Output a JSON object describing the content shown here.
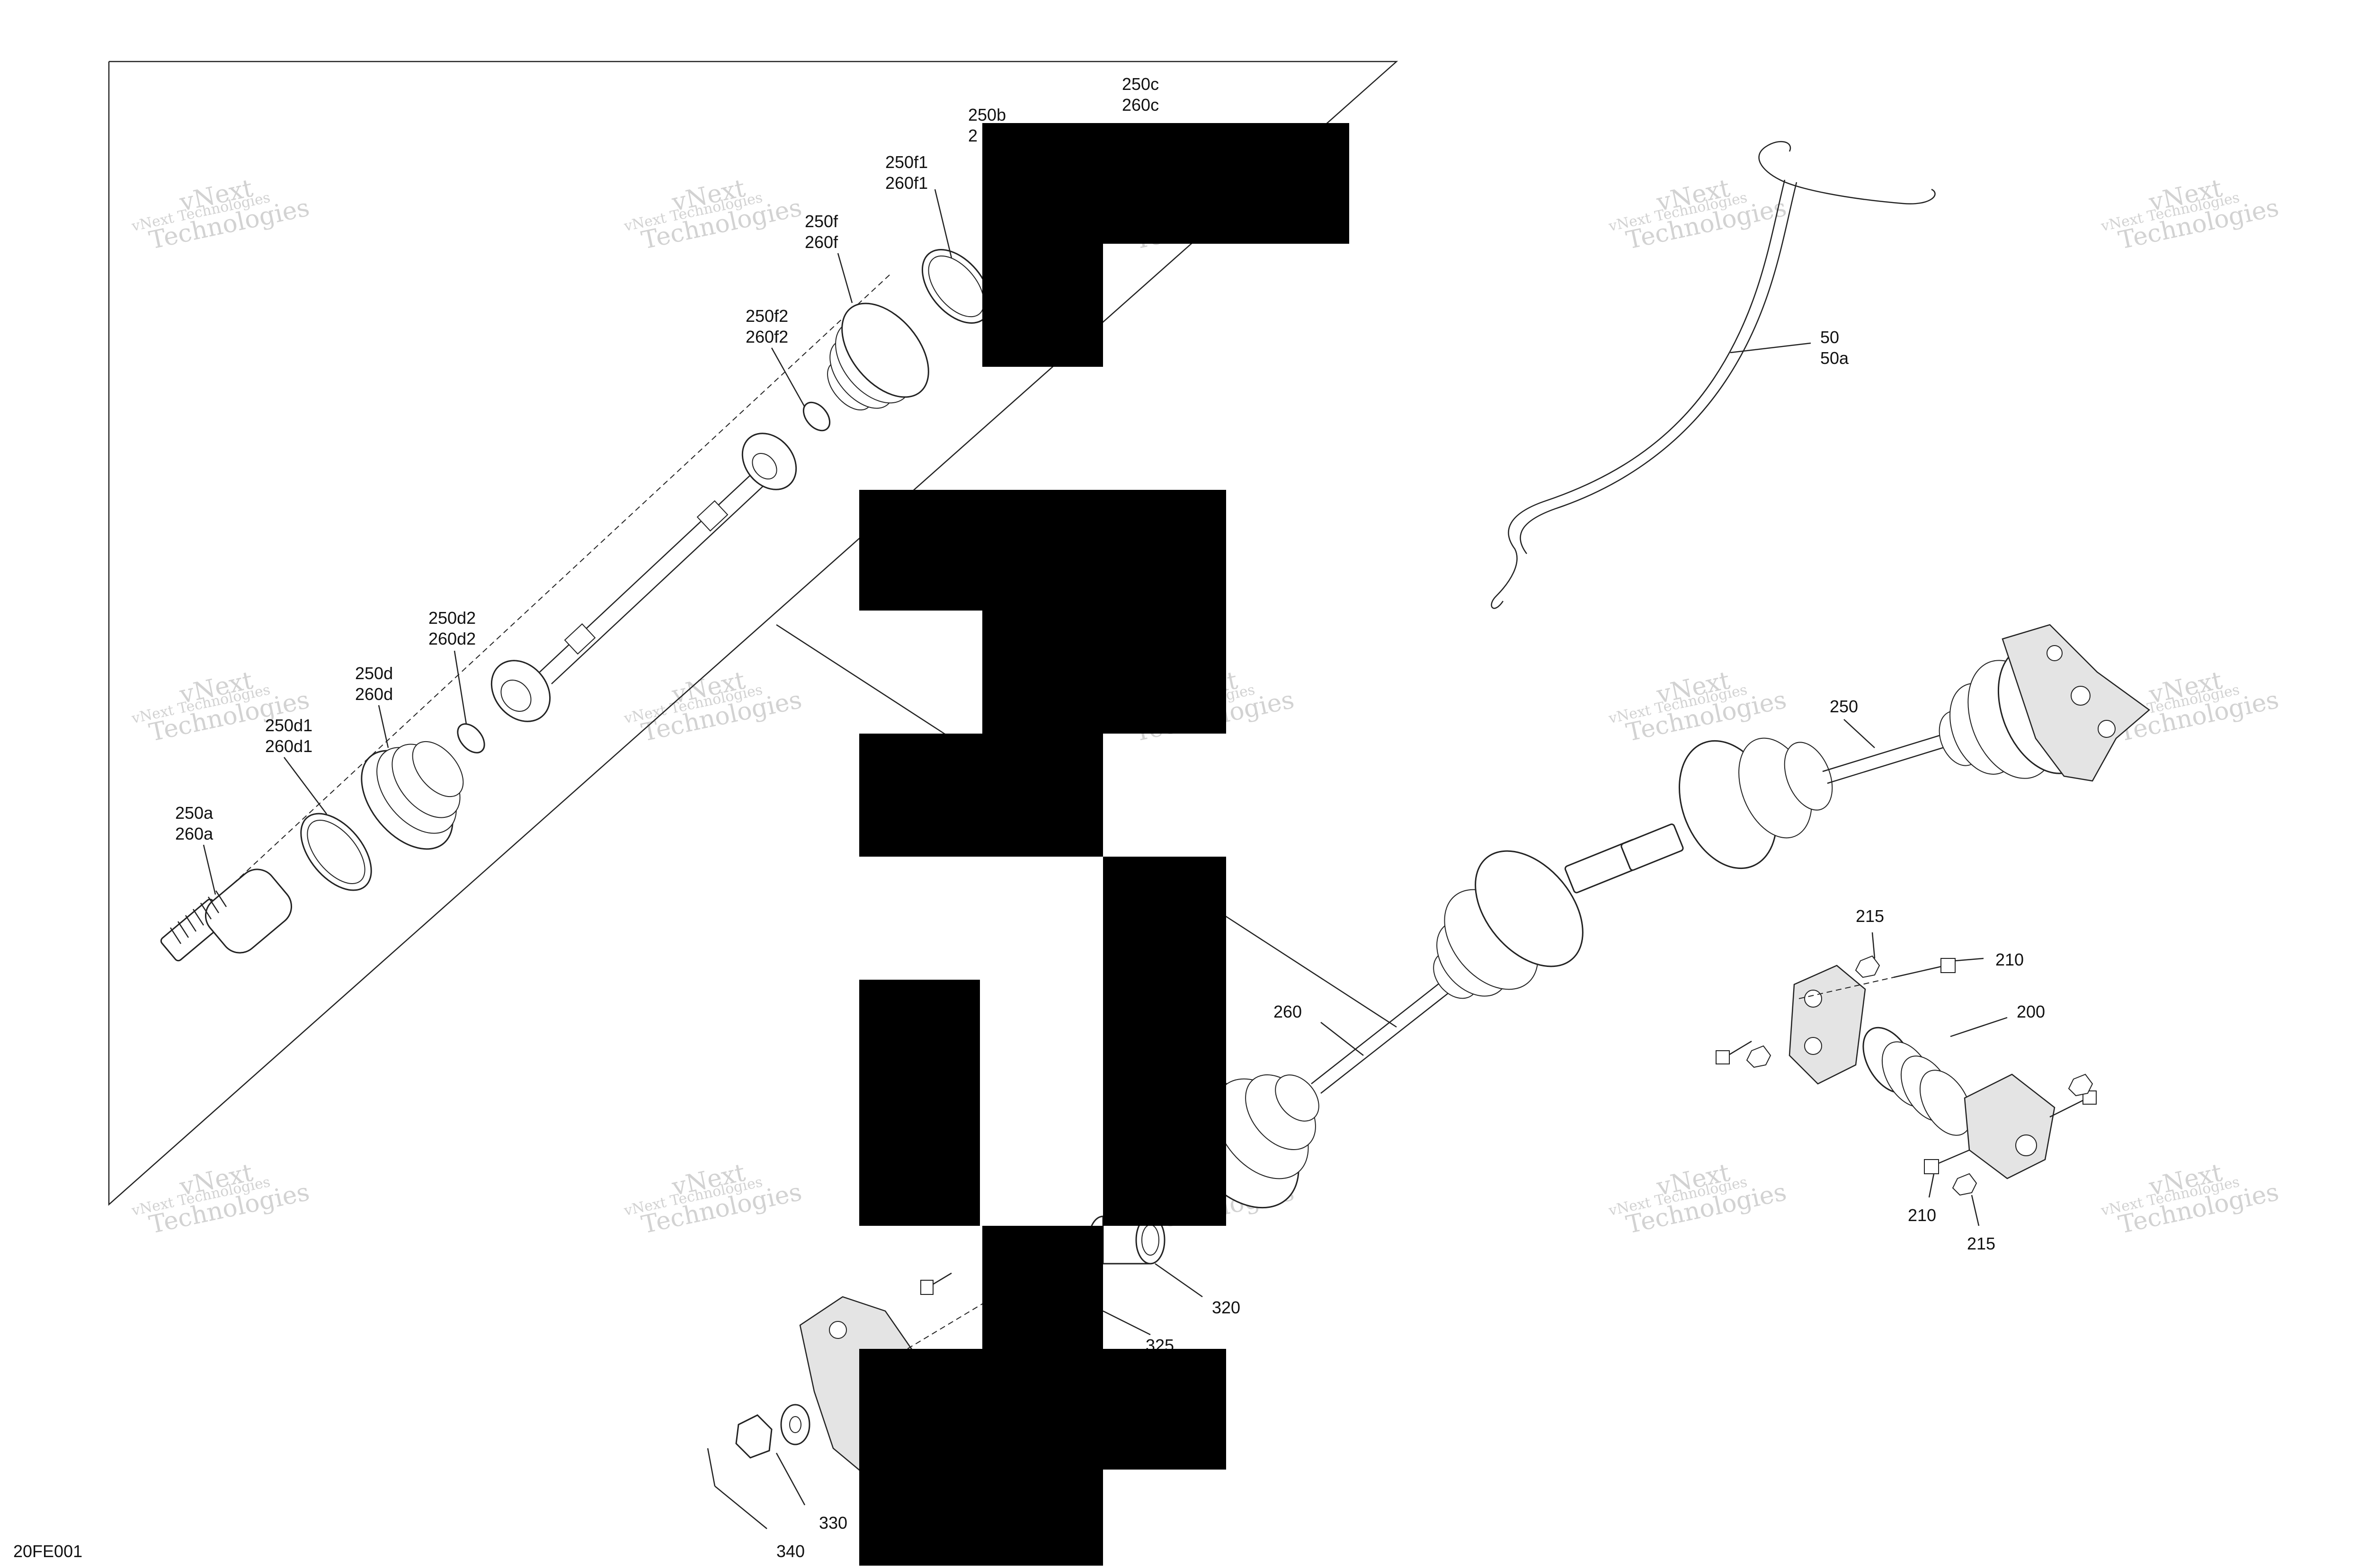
{
  "diagram": {
    "drawing_code": "20FE001",
    "watermark": {
      "line1": "vNext Technologies",
      "line2": "vNext",
      "line3": "Technologies"
    },
    "callouts": [
      {
        "id": "c-250c",
        "lines": [
          "250c",
          "260c"
        ]
      },
      {
        "id": "c-250b",
        "lines": [
          "250b",
          "2"
        ]
      },
      {
        "id": "c-250f1",
        "lines": [
          "250f1",
          "260f1"
        ]
      },
      {
        "id": "c-250f",
        "lines": [
          "250f",
          "260f"
        ]
      },
      {
        "id": "c-250f2",
        "lines": [
          "250f2",
          "260f2"
        ]
      },
      {
        "id": "c-250d2",
        "lines": [
          "250d2",
          "260d2"
        ]
      },
      {
        "id": "c-250d",
        "lines": [
          "250d",
          "260d"
        ]
      },
      {
        "id": "c-250d1",
        "lines": [
          "250d1",
          "260d1"
        ]
      },
      {
        "id": "c-250a",
        "lines": [
          "250a",
          "260a"
        ]
      },
      {
        "id": "c-50",
        "lines": [
          "50",
          "50a"
        ]
      },
      {
        "id": "c-250",
        "lines": [
          "250"
        ]
      },
      {
        "id": "c-260",
        "lines": [
          "260"
        ]
      },
      {
        "id": "c-215-top",
        "lines": [
          "215"
        ]
      },
      {
        "id": "c-210-top",
        "lines": [
          "210"
        ]
      },
      {
        "id": "c-200",
        "lines": [
          "200"
        ]
      },
      {
        "id": "c-210-bottom",
        "lines": [
          "210"
        ]
      },
      {
        "id": "c-215-bottom",
        "lines": [
          "215"
        ]
      },
      {
        "id": "c-320",
        "lines": [
          "320"
        ]
      },
      {
        "id": "c-325",
        "lines": [
          "325"
        ]
      },
      {
        "id": "c-330",
        "lines": [
          "330"
        ]
      },
      {
        "id": "c-340",
        "lines": [
          "340"
        ]
      }
    ]
  }
}
